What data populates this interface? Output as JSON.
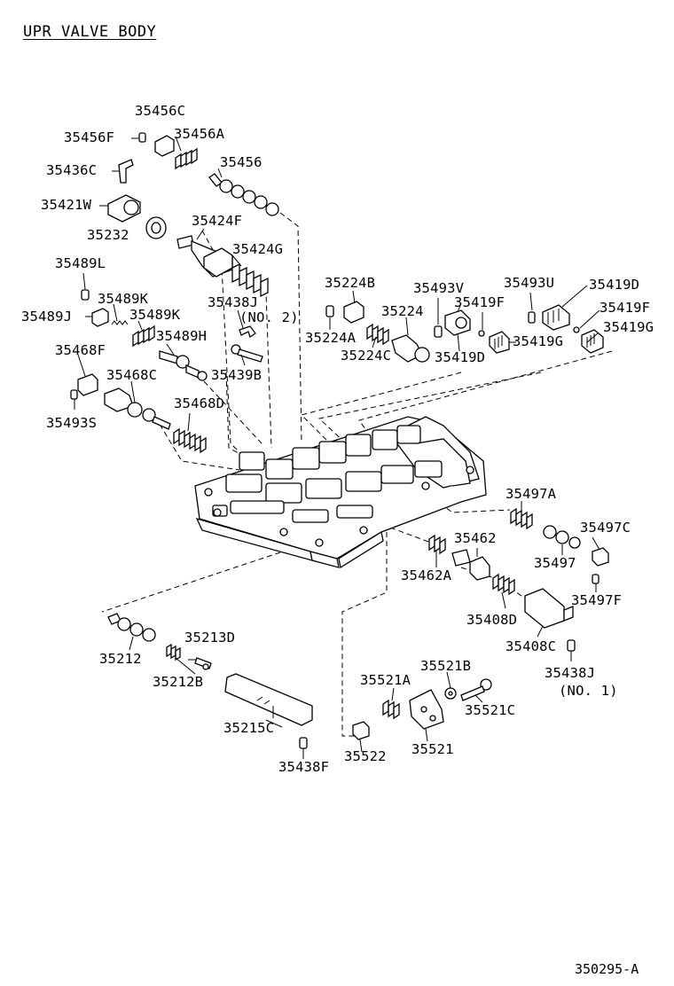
{
  "title": "UPR VALVE BODY",
  "diagram_code": "350295-A",
  "part_labels": {
    "p35456C": "35456C",
    "p35456F": "35456F",
    "p35456A": "35456A",
    "p35436C": "35436C",
    "p35456": "35456",
    "p35421W": "35421W",
    "p35232": "35232",
    "p35424F": "35424F",
    "p35424G": "35424G",
    "p35489L": "35489L",
    "p35489K_a": "35489K",
    "p35489J": "35489J",
    "p35489K_b": "35489K",
    "p35438J_no2": "35438J",
    "no2": "(NO. 2)",
    "p35489H": "35489H",
    "p35468F": "35468F",
    "p35468C": "35468C",
    "p35439B": "35439B",
    "p35468D": "35468D",
    "p35493S": "35493S",
    "p35224B": "35224B",
    "p35493V": "35493V",
    "p35493U": "35493U",
    "p35419D_a": "35419D",
    "p35224": "35224",
    "p35419F_a": "35419F",
    "p35419F_b": "35419F",
    "p35224A": "35224A",
    "p35419G_a": "35419G",
    "p35419G_b": "35419G",
    "p35224C": "35224C",
    "p35419D_b": "35419D",
    "p35497A": "35497A",
    "p35462": "35462",
    "p35497C": "35497C",
    "p35497": "35497",
    "p35462A": "35462A",
    "p35497F": "35497F",
    "p35408D": "35408D",
    "p35213D": "35213D",
    "p35408C": "35408C",
    "p35212": "35212",
    "p35212B": "35212B",
    "p35438J_no1": "35438J",
    "no1": "(NO. 1)",
    "p35521B": "35521B",
    "p35521A": "35521A",
    "p35521C": "35521C",
    "p35215C": "35215C",
    "p35522": "35522",
    "p35521": "35521",
    "p35438F": "35438F"
  }
}
